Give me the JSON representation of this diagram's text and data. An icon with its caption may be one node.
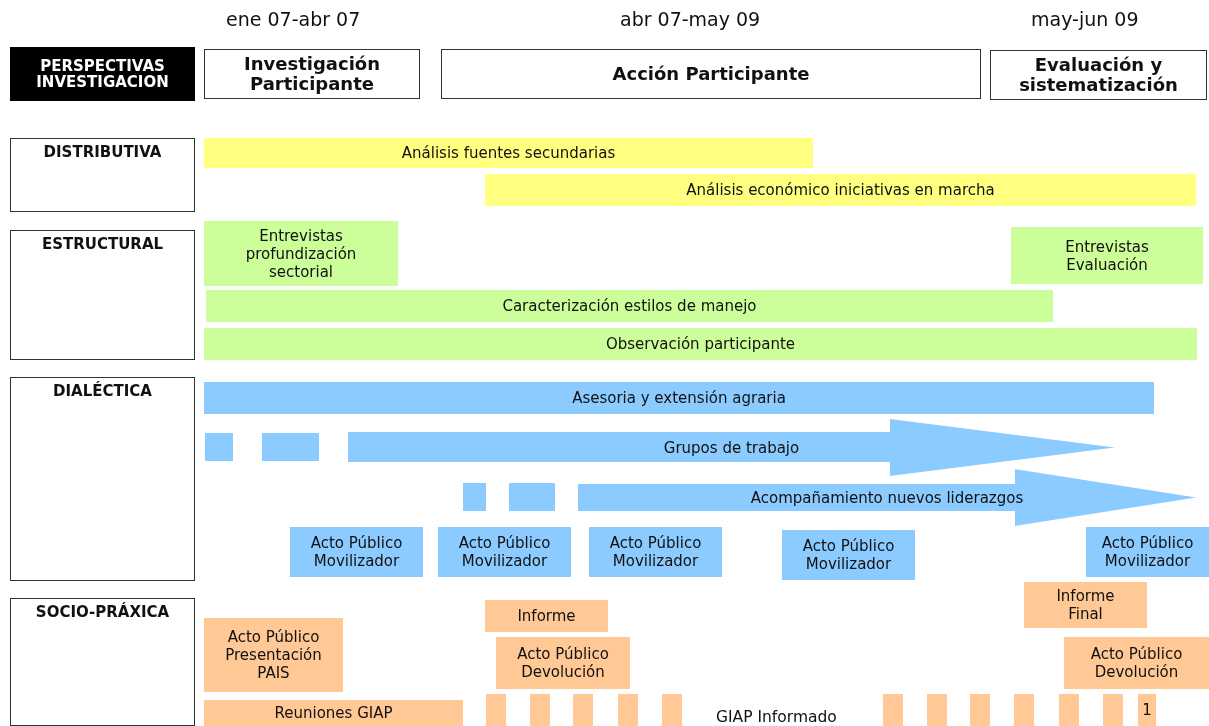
{
  "diagram": {
    "nodes": [
      {
        "text": [
          "PERSPECTIVAS INVESTIGACION"
        ]
      },
      {
        "text": [
          "Investigación Participante"
        ]
      },
      {
        "text": [
          "Acción Participante"
        ]
      },
      {
        "text": [
          "Evaluación y sistematización"
        ]
      },
      {
        "text": [
          "DISTRIBUTIVA"
        ]
      },
      {
        "text": [
          "Análisis fuentes secundarias"
        ]
      },
      {
        "text": [
          "Análisis económico iniciativas en marcha"
        ]
      },
      {
        "text": [
          "ESTRUCTURAL"
        ]
      },
      {
        "text": [
          "Entrevistas profundización sectorial"
        ]
      },
      {
        "text": [
          "Entrevistas Evaluación"
        ]
      },
      {
        "text": [
          "Caracterización estilos de manejo"
        ]
      },
      {
        "text": [
          "Observación participante"
        ]
      },
      {
        "text": [
          "DIALÉCTICA"
        ]
      },
      {
        "text": [
          "Asesoria y extensión agraria"
        ]
      },
      {
        "text": [],
        "shape": "bar"
      },
      {
        "text": [],
        "shape": "bar"
      },
      {
        "text": [
          "Grupos de trabajo"
        ]
      },
      {
        "text": [],
        "shape": "bar"
      },
      {
        "text": [],
        "shape": "bar"
      },
      {
        "text": [
          "Acompañamiento nuevos liderazgos"
        ]
      },
      {
        "text": [
          "Acto Público Movilizador"
        ]
      },
      {
        "text": [
          "Acto Público Movilizador"
        ]
      },
      {
        "text": [
          "Acto Público Movilizador"
        ]
      },
      {
        "text": [
          "Acto Público Movilizador"
        ]
      },
      {
        "text": [
          "Acto Público Movilizador"
        ]
      },
      {
        "text": [
          "SOCIO-PRÁXICA"
        ]
      },
      {
        "text": [
          "Informe"
        ]
      },
      {
        "text": [
          "Informe Final"
        ]
      },
      {
        "text": [
          "Acto Público Presentación PAIS"
        ]
      },
      {
        "text": [
          "Acto Público Devolución"
        ]
      },
      {
        "text": [
          "Acto Público Devolución"
        ]
      },
      {
        "text": [
          "Reuniones GIAP"
        ]
      },
      {
        "text": [],
        "shape": "bar"
      },
      {
        "text": [],
        "shape": "bar"
      },
      {
        "text": [],
        "shape": "bar"
      },
      {
        "text": [],
        "shape": "bar"
      },
      {
        "text": [],
        "shape": "bar"
      },
      {
        "text": [],
        "shape": "bar"
      },
      {
        "text": [],
        "shape": "bar"
      },
      {
        "text": [],
        "shape": "bar"
      },
      {
        "text": [],
        "shape": "bar"
      },
      {
        "text": [],
        "shape": "bar"
      },
      {
        "text": [],
        "shape": "bar"
      },
      {
        "text": [
          "1"
        ]
      }
    ],
    "labels": [
      "ene 07-abr 07",
      "abr 07-may 09",
      "may-jun 09",
      "GIAP Informado"
    ]
  }
}
